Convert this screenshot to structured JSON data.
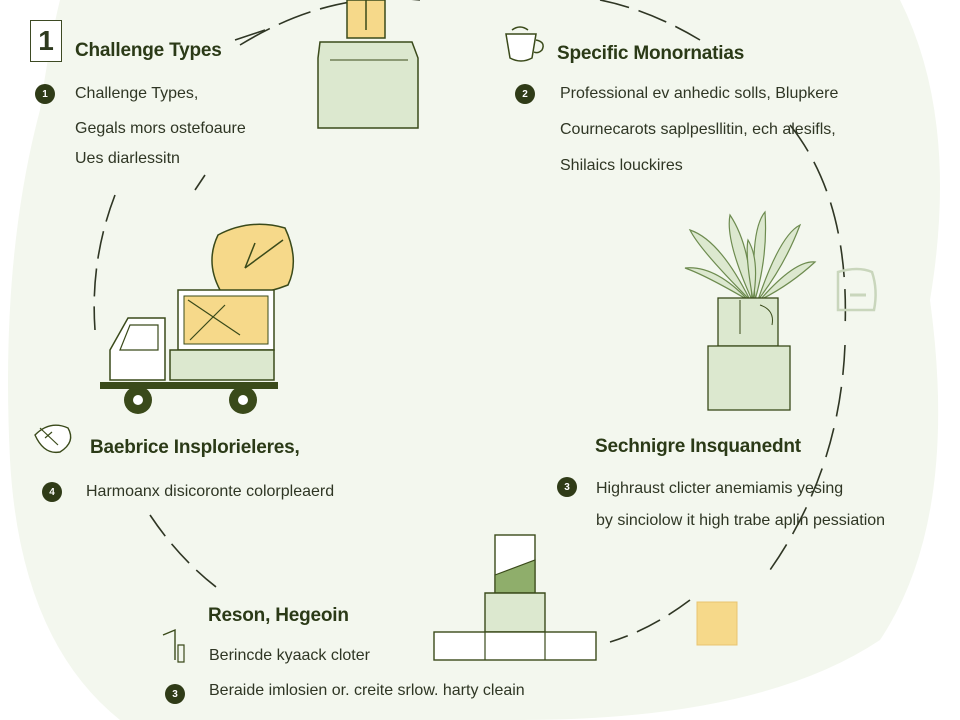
{
  "step_number": "1",
  "sections": {
    "top_left": {
      "heading": "Challenge Types",
      "badge": "1",
      "lines": [
        "Challenge Types,",
        "Gegals mors ostefoaure",
        "Ues diarlessitn"
      ]
    },
    "top_right": {
      "heading": "Specific Monornatias",
      "badge": "2",
      "lines": [
        "Professional ev anhedic solls, Blupkere",
        "Cournecarots saplpesllitin, ech alesifls,",
        "Shilaics louckires"
      ]
    },
    "mid_left": {
      "heading": "Baebrice Insplorieleres,",
      "badge": "4",
      "lines": [
        "Harmoanx disicoronte colorpleaerd"
      ]
    },
    "mid_right": {
      "heading": "Sechnigre Insquanednt",
      "badge": "3",
      "lines": [
        "Highraust clicter anemiamis yesing",
        "by sinciolow it high trabe aplin pessiation"
      ]
    },
    "bottom": {
      "heading": "Reson, Hegeoin",
      "badge": "3",
      "lines": [
        "Berincde kyaack cloter",
        "Beraide imlosien or. creite srlow. harty cleain"
      ]
    }
  },
  "colors": {
    "accent_yellow": "#f6d98a",
    "accent_green": "#dce8cf",
    "dark_green": "#3a4a1a",
    "background_tint": "#f2f6ec"
  },
  "icons": [
    "coffee-cup-icon",
    "truck-icon",
    "plant-icon",
    "bottle-icon",
    "jar-icon",
    "hand-leaf-icon",
    "tool-icon"
  ]
}
